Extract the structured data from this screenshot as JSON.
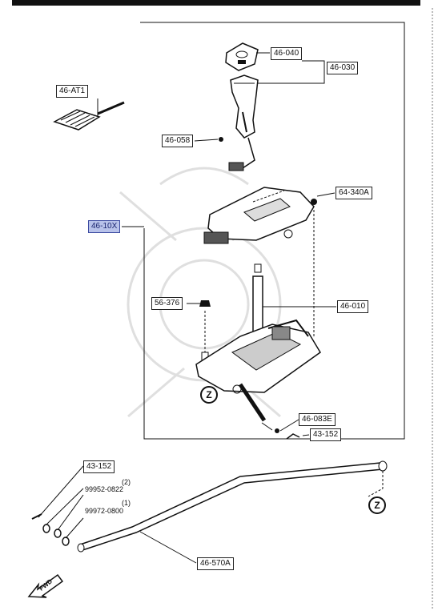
{
  "labels": {
    "p46_040": "46-040",
    "p46_030": "46-030",
    "p46_at1": "46-AT1",
    "p46_058": "46-058",
    "p64_340a": "64-340A",
    "p46_10x": "46-10X",
    "p56_376": "56-376",
    "p46_010": "46-010",
    "p46_083e": "46-083E",
    "p43_152_top": "43-152",
    "p43_152_bottom": "43-152",
    "p99952": "99952-0822",
    "p99972": "99972-0800",
    "p46_570a": "46-570A"
  },
  "qty": {
    "q2": "(2)",
    "q1": "(1)"
  },
  "markers": {
    "z": "Z"
  },
  "fwd": "FWD",
  "colors": {
    "line": "#111111",
    "highlight": "#b8c2ea"
  }
}
